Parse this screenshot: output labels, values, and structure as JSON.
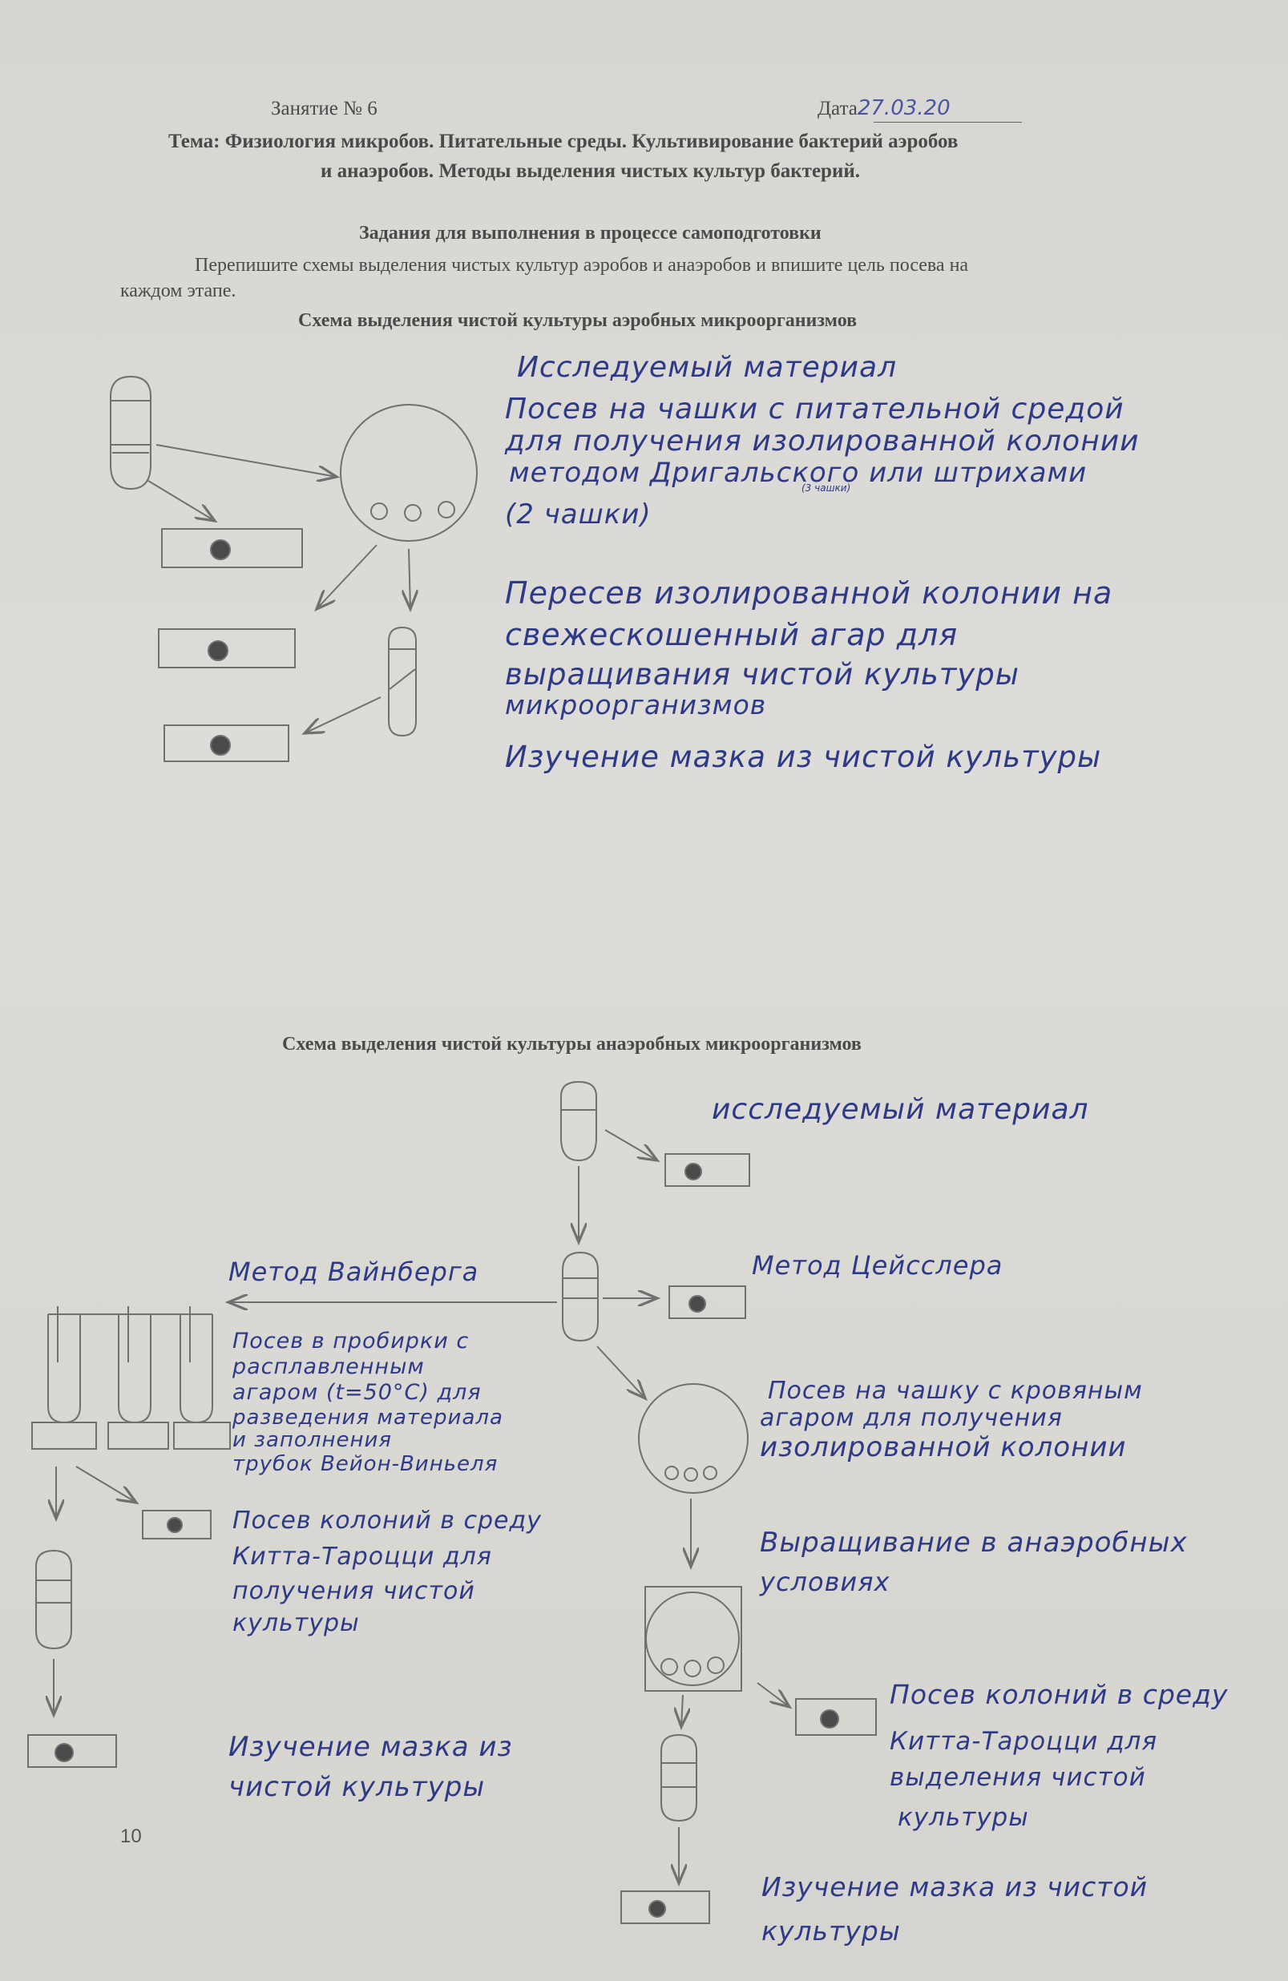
{
  "header": {
    "lesson": "Занятие № 6",
    "date_label": "Дата",
    "date_value": "27.03.20",
    "topic_line1": "Тема: Физиология микробов. Питательные среды. Культивирование бактерий аэробов",
    "topic_line2": "и анаэробов. Методы выделения чистых культур бактерий."
  },
  "tasks": {
    "heading": "Задания для выполнения в процессе самоподготовки",
    "instruction_line1": "Перепишите схемы выделения чистых культур аэробов и анаэробов и впишите цель посева на",
    "instruction_line2": "каждом этапе."
  },
  "aerobic": {
    "title": "Схема выделения чистой культуры аэробных микроорганизмов",
    "notes": [
      "Исследуемый материал",
      "Посев на чашки с питательной средой",
      "для получения изолированной колонии",
      "методом Дригальского или штрихами",
      "(3 чашки)",
      "(2 чашки)",
      "Пересев изолированной колонии на",
      "свежескошенный агар для",
      "выращивания чистой культуры",
      "микроорганизмов",
      "Изучение мазка из чистой культуры"
    ]
  },
  "anaerobic": {
    "title": "Схема выделения чистой культуры анаэробных микроорганизмов",
    "notes": [
      "исследуемый материал",
      "Метод Вайнберга",
      "Метод Цейсслера",
      "Посев в пробирки с",
      "расплавленным",
      "агаром (t=50°C) для",
      "разведения материала",
      "и заполнения",
      "трубок Вейон-Виньеля",
      "Посев на чашку с кровяным",
      "агаром для получения",
      "изолированной колонии",
      "Посев колоний в среду",
      "Китта-Тароцци для",
      "получения чистой",
      "культуры",
      "Выращивание в анаэробных",
      "условиях",
      "Посев колоний в среду",
      "Китта-Тароцци для",
      "выделения чистой",
      "культуры",
      "Изучение мазка из",
      "чистой культуры",
      "Изучение мазка из чистой",
      "культуры"
    ]
  },
  "page_number": "10"
}
